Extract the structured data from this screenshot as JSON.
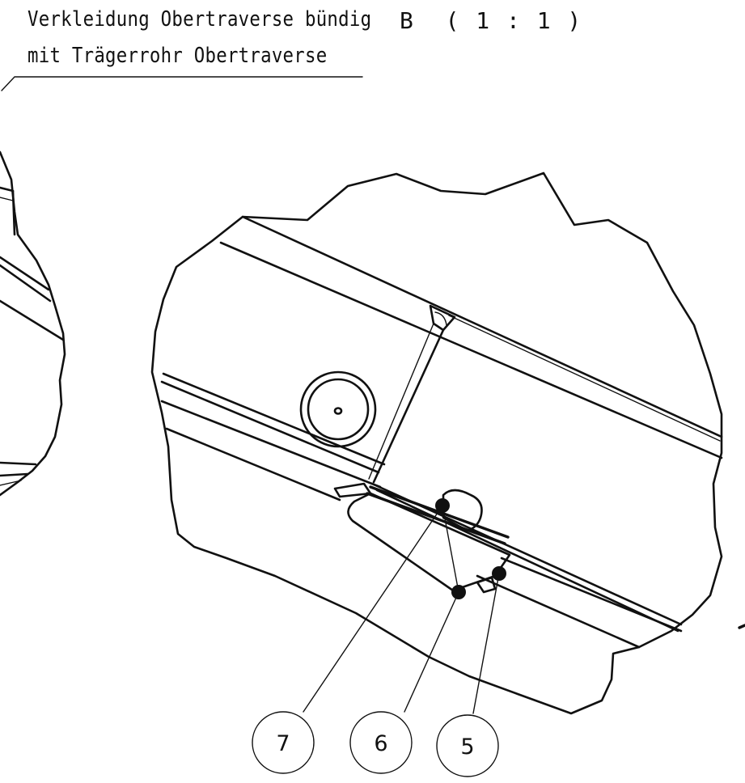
{
  "annotation": {
    "line1": "Verkleidung Obertraverse bündig",
    "line2": "mit Trägerrohr Obertraverse"
  },
  "detail_view": {
    "label": "B  ( 1 : 1 )"
  },
  "balloons": [
    {
      "id": "item-7",
      "number": "7"
    },
    {
      "id": "item-6",
      "number": "6"
    },
    {
      "id": "item-5",
      "number": "5"
    }
  ]
}
